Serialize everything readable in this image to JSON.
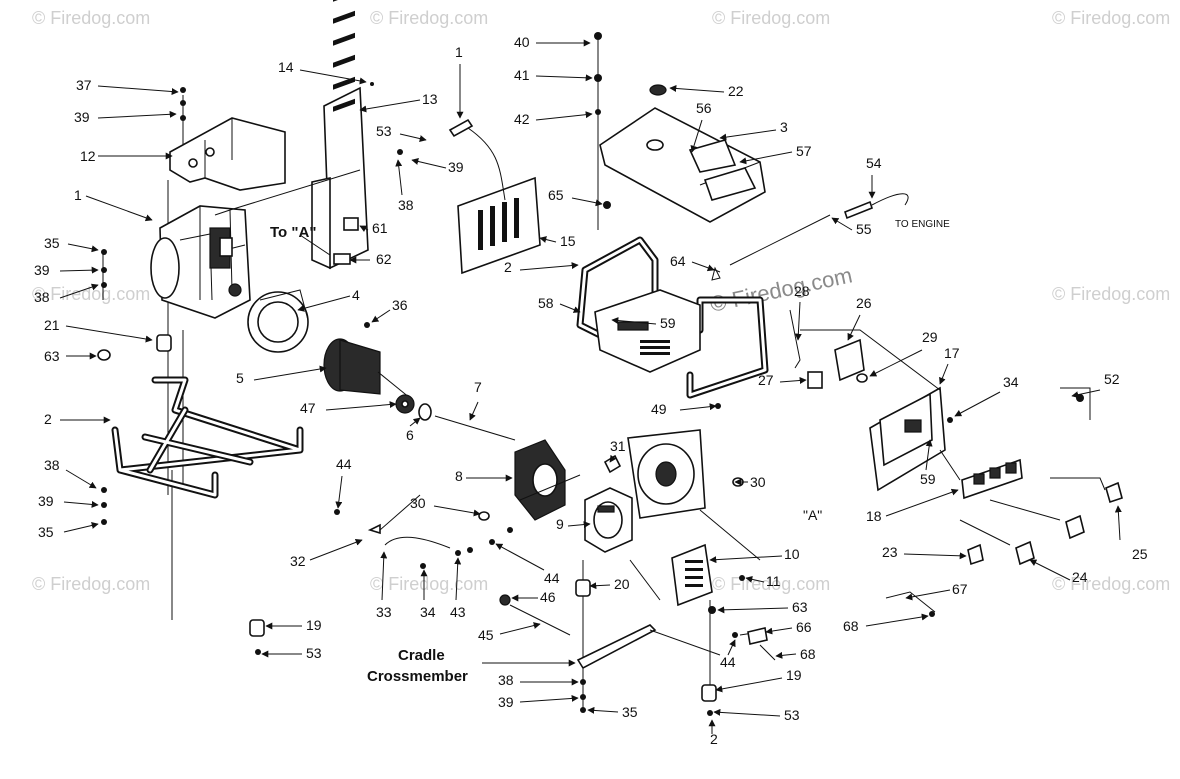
{
  "watermark_text": "© Firedog.com",
  "center_watermark": "© Firedog.com",
  "texts": {
    "to_a": "To \"A\"",
    "a": "\"A\"",
    "to_engine": "TO ENGINE",
    "cradle_1": "Cradle",
    "cradle_2": "Crossmember"
  },
  "callouts": [
    {
      "id": "c-37",
      "num": "37"
    },
    {
      "id": "c-39a",
      "num": "39"
    },
    {
      "id": "c-12",
      "num": "12"
    },
    {
      "id": "c-1a",
      "num": "1"
    },
    {
      "id": "c-35a",
      "num": "35"
    },
    {
      "id": "c-39b",
      "num": "39"
    },
    {
      "id": "c-38a",
      "num": "38"
    },
    {
      "id": "c-21",
      "num": "21"
    },
    {
      "id": "c-63a",
      "num": "63"
    },
    {
      "id": "c-2a",
      "num": "2"
    },
    {
      "id": "c-38b",
      "num": "38"
    },
    {
      "id": "c-39c",
      "num": "39"
    },
    {
      "id": "c-35b",
      "num": "35"
    },
    {
      "id": "c-14",
      "num": "14"
    },
    {
      "id": "c-13",
      "num": "13"
    },
    {
      "id": "c-53a",
      "num": "53"
    },
    {
      "id": "c-39d",
      "num": "39"
    },
    {
      "id": "c-38c",
      "num": "38"
    },
    {
      "id": "c-61",
      "num": "61"
    },
    {
      "id": "c-62",
      "num": "62"
    },
    {
      "id": "c-4",
      "num": "4"
    },
    {
      "id": "c-36",
      "num": "36"
    },
    {
      "id": "c-5",
      "num": "5"
    },
    {
      "id": "c-47",
      "num": "47"
    },
    {
      "id": "c-6",
      "num": "6"
    },
    {
      "id": "c-7",
      "num": "7"
    },
    {
      "id": "c-1b",
      "num": "1"
    },
    {
      "id": "c-15",
      "num": "15"
    },
    {
      "id": "c-2b",
      "num": "2"
    },
    {
      "id": "c-40",
      "num": "40"
    },
    {
      "id": "c-41",
      "num": "41"
    },
    {
      "id": "c-42",
      "num": "42"
    },
    {
      "id": "c-22",
      "num": "22"
    },
    {
      "id": "c-3",
      "num": "3"
    },
    {
      "id": "c-56",
      "num": "56"
    },
    {
      "id": "c-57",
      "num": "57"
    },
    {
      "id": "c-65",
      "num": "65"
    },
    {
      "id": "c-54",
      "num": "54"
    },
    {
      "id": "c-55",
      "num": "55"
    },
    {
      "id": "c-64",
      "num": "64"
    },
    {
      "id": "c-58",
      "num": "58"
    },
    {
      "id": "c-59a",
      "num": "59"
    },
    {
      "id": "c-28",
      "num": "28"
    },
    {
      "id": "c-26",
      "num": "26"
    },
    {
      "id": "c-29",
      "num": "29"
    },
    {
      "id": "c-27",
      "num": "27"
    },
    {
      "id": "c-49",
      "num": "49"
    },
    {
      "id": "c-17",
      "num": "17"
    },
    {
      "id": "c-34a",
      "num": "34"
    },
    {
      "id": "c-52",
      "num": "52"
    },
    {
      "id": "c-59b",
      "num": "59"
    },
    {
      "id": "c-18",
      "num": "18"
    },
    {
      "id": "c-25",
      "num": "25"
    },
    {
      "id": "c-23",
      "num": "23"
    },
    {
      "id": "c-24",
      "num": "24"
    },
    {
      "id": "c-67",
      "num": "67"
    },
    {
      "id": "c-68a",
      "num": "68"
    },
    {
      "id": "c-31",
      "num": "31"
    },
    {
      "id": "c-30a",
      "num": "30"
    },
    {
      "id": "c-8",
      "num": "8"
    },
    {
      "id": "c-30b",
      "num": "30"
    },
    {
      "id": "c-9",
      "num": "9"
    },
    {
      "id": "c-10",
      "num": "10"
    },
    {
      "id": "c-11",
      "num": "11"
    },
    {
      "id": "c-44a",
      "num": "44"
    },
    {
      "id": "c-32",
      "num": "32"
    },
    {
      "id": "c-33",
      "num": "33"
    },
    {
      "id": "c-34b",
      "num": "34"
    },
    {
      "id": "c-43",
      "num": "43"
    },
    {
      "id": "c-44b",
      "num": "44"
    },
    {
      "id": "c-46",
      "num": "46"
    },
    {
      "id": "c-20",
      "num": "20"
    },
    {
      "id": "c-45",
      "num": "45"
    },
    {
      "id": "c-63b",
      "num": "63"
    },
    {
      "id": "c-66",
      "num": "66"
    },
    {
      "id": "c-44c",
      "num": "44"
    },
    {
      "id": "c-68b",
      "num": "68"
    },
    {
      "id": "c-19a",
      "num": "19"
    },
    {
      "id": "c-53b",
      "num": "53"
    },
    {
      "id": "c-38d",
      "num": "38"
    },
    {
      "id": "c-39e",
      "num": "39"
    },
    {
      "id": "c-35c",
      "num": "35"
    },
    {
      "id": "c-19b",
      "num": "19"
    },
    {
      "id": "c-53c",
      "num": "53"
    },
    {
      "id": "c-2c",
      "num": "2"
    }
  ]
}
